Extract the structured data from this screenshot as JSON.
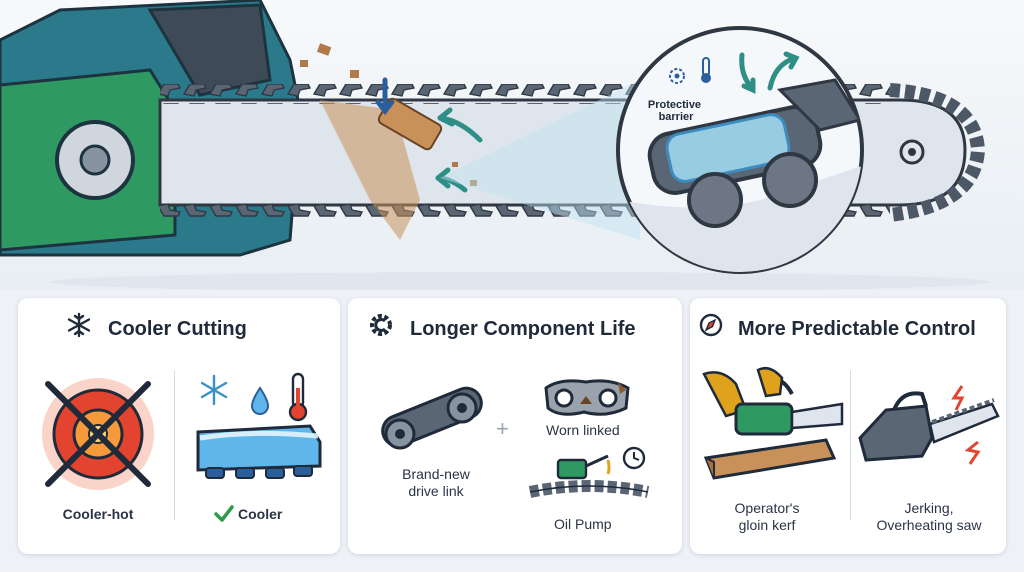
{
  "hero": {
    "callout_label_line1": "Protective",
    "callout_label_line2": "barrier"
  },
  "panels": {
    "cooler_cutting": {
      "title": "Cooler Cutting",
      "icon": "snowflake-icon",
      "left_caption": "Cooler-hot",
      "right_caption": "Cooler",
      "check_icon": "checkmark-icon"
    },
    "component_life": {
      "title": "Longer Component Life",
      "icon": "gear-c-icon",
      "new_link_line1": "Brand-new",
      "new_link_line2": "drive link",
      "worn_caption": "Worn linked",
      "oil_caption": "Oil Pump"
    },
    "predictable_control": {
      "title": "More Predictable Control",
      "icon": "compass-icon",
      "left_line1": "Operator's",
      "left_line2": "gloin kerf",
      "right_line1": "Jerking,",
      "right_line2": "Overheating saw"
    }
  },
  "colors": {
    "body_green": "#2e9a62",
    "body_teal": "#2a7a8c",
    "chain_gray": "#5b6675",
    "accent_teal": "#2f8f86",
    "hot_red": "#e2442f",
    "ice_blue": "#5fb6ea",
    "wood": "#c9915a",
    "check_green": "#2e9a4a"
  }
}
